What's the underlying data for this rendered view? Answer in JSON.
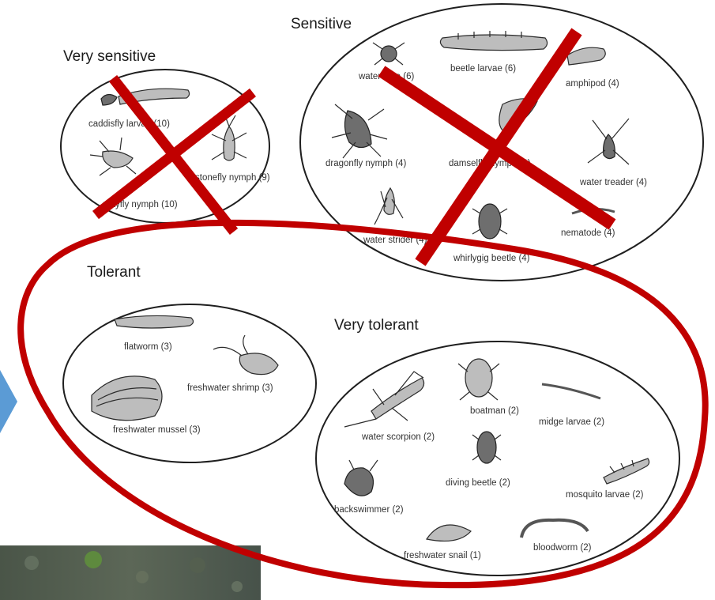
{
  "groups": {
    "very_sensitive": {
      "title": "Very sensitive",
      "organisms": [
        "caddisfly larvae (10)",
        "stonefly nymph (9)",
        "mayfly nymph (10)"
      ]
    },
    "sensitive": {
      "title": "Sensitive",
      "organisms": [
        "water mite (6)",
        "beetle larvae (6)",
        "amphipod (4)",
        "dragonfly nymph (4)",
        "damselfly nymph (4)",
        "water treader (4)",
        "water strider (4)",
        "whirlygig beetle (4)",
        "nematode (4)"
      ]
    },
    "tolerant": {
      "title": "Tolerant",
      "organisms": [
        "flatworm (3)",
        "freshwater shrimp (3)",
        "freshwater mussel (3)"
      ]
    },
    "very_tolerant": {
      "title": "Very tolerant",
      "organisms": [
        "boatman (2)",
        "midge larvae (2)",
        "water scorpion (2)",
        "diving beetle (2)",
        "mosquito larvae (2)",
        "backswimmer (2)",
        "freshwater snail (1)",
        "bloodworm (2)"
      ]
    }
  },
  "colors": {
    "cross_mark": "#c00000",
    "highlight_ring": "#c00000",
    "arrow": "#5b9bd5",
    "photo": "#4e5a4c"
  },
  "icons": [
    "cross-mark-icon",
    "highlight-ring-icon",
    "arrow-icon"
  ]
}
